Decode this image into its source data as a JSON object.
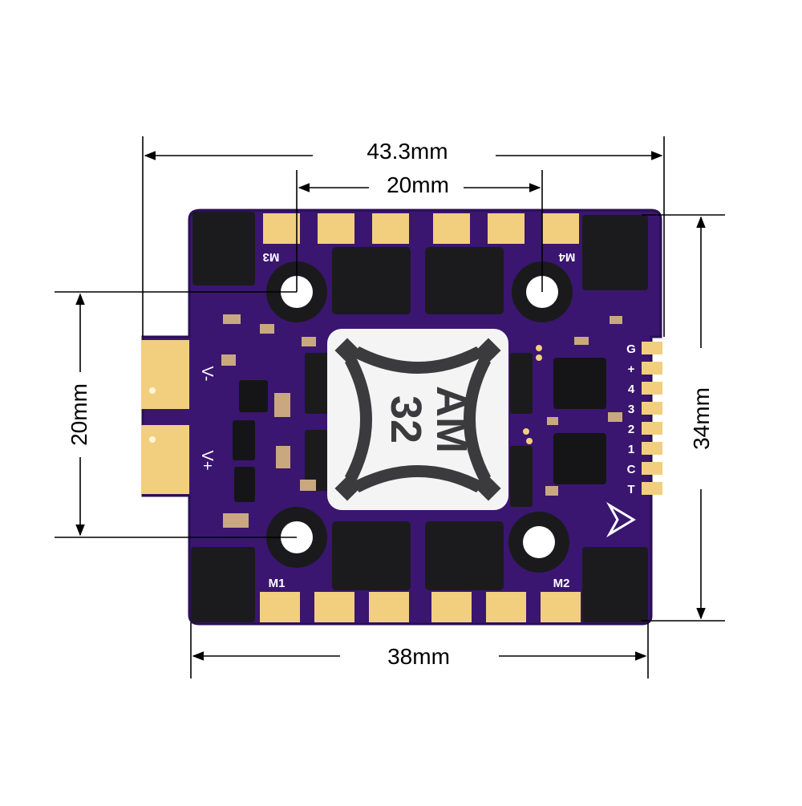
{
  "dimensions": {
    "overall_width": "43.3mm",
    "mount_spacing_horizontal": "20mm",
    "mount_spacing_vertical": "20mm",
    "board_height": "34mm",
    "board_width": "38mm"
  },
  "board": {
    "logo": {
      "line1": "AM",
      "line2": "32"
    },
    "motor_labels": {
      "m1": "M1",
      "m2": "M2",
      "m3": "M3",
      "m4": "M4"
    },
    "power_labels": {
      "negative": "V-",
      "positive": "V+"
    },
    "signal_pins": [
      "G",
      "+",
      "4",
      "3",
      "2",
      "1",
      "C",
      "T"
    ]
  },
  "colors": {
    "pcb": "#3a1670",
    "pcb_edge": "#2a0f55",
    "pad_gold": "#f2cf7e",
    "chip": "#1b1b1d",
    "dimension_line": "#000000"
  }
}
